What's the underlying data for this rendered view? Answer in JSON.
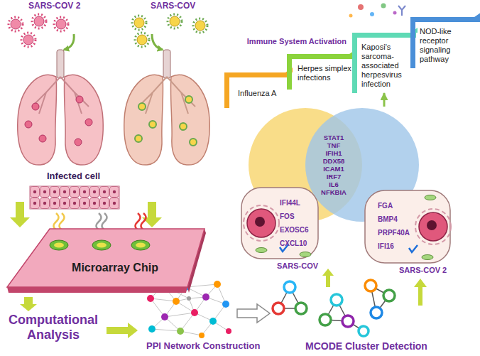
{
  "diagram": {
    "nodes": [
      {
        "text": [
          "Influenza A"
        ]
      },
      {
        "text": [
          "Herpes simplex infections"
        ]
      },
      {
        "text": [
          "Kaposi's sarcoma-associated herpesvirus infection"
        ]
      },
      {
        "text": [
          "NOD-like receptor signaling pathway"
        ]
      },
      {
        "text": [
          "STAT1",
          "TNF",
          "IFIH1",
          "DDX58",
          "ICAM1",
          "IRF7",
          "IL6",
          "NFKBIA"
        ]
      },
      {
        "text": [
          "IFI44L",
          "FOS",
          "EXOSC6",
          "CXCL10",
          "SARS-COV"
        ]
      },
      {
        "text": [
          "FGA",
          "BMP4",
          "PRPF40A",
          "IFI16",
          "SARS-COV 2"
        ]
      },
      {
        "text": [
          "Microarray Chip"
        ]
      }
    ],
    "edges": [
      {
        "from": 4,
        "to": 2,
        "arrow": "to"
      }
    ],
    "labels": [
      "SARS-COV 2",
      "SARS-COV",
      "Immune System Activation",
      "Infected cell",
      "Computational Analysis",
      "PPI Network Construction",
      "MCODE Cluster Detection"
    ]
  }
}
